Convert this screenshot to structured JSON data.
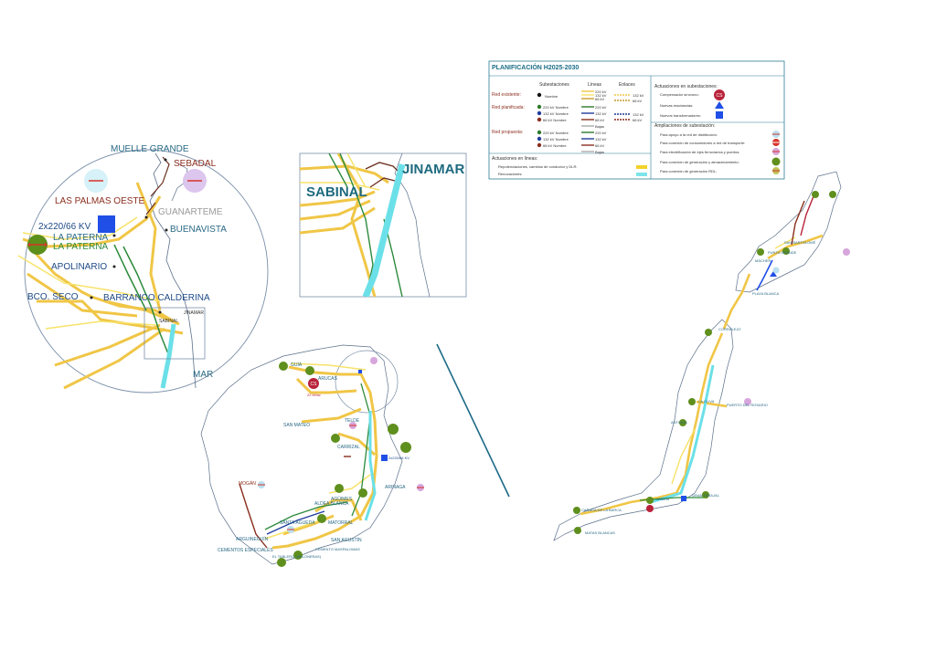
{
  "legend": {
    "title": "PLANIFICACIÓN H2025-2030",
    "col_substations": "Subestaciones",
    "col_lines": "Líneas",
    "col_links": "Enlaces",
    "rows": [
      {
        "label": "Red existente:",
        "sub_items": [
          "Nombre"
        ],
        "line_items": [
          "220 kV",
          "132 kV",
          "66 kV"
        ],
        "link_items": [
          "132 kV",
          "66 kV"
        ]
      },
      {
        "label": "Red planificada:",
        "sub_items": [
          "220 kV  Nombre",
          "132 kV  Nombre",
          "66 kV  Nombre"
        ],
        "line_items": [
          "220 kV",
          "132 kV",
          "66 kV",
          "Bajas"
        ],
        "link_items": [
          "132 kV",
          "66 kV"
        ]
      },
      {
        "label": "Red propuesta:",
        "sub_items": [
          "220 kV  Nombre",
          "132 kV  Nombre",
          "66 kV  Nombre"
        ],
        "line_items": [
          "220 kV",
          "132 kV",
          "66 kV",
          "Bajas"
        ],
        "link_items": []
      }
    ],
    "lines_section": {
      "title": "Actuaciones en líneas:",
      "items": [
        {
          "label": "Repotenciaciones, cambios de conductor y DLR:",
          "color": "#f2d22a"
        },
        {
          "label": "Renovaciones:",
          "color": "#7fe4ea"
        }
      ]
    },
    "substations_section": {
      "title": "Actuaciones en subestaciones:",
      "items": [
        {
          "label": "Compensador síncrono:",
          "icon": "cs-icon"
        },
        {
          "label": "Nuevas reactancias:",
          "icon": "triangle-icon"
        },
        {
          "label": "Nuevos transformadores:",
          "icon": "square-icon"
        }
      ]
    },
    "expansions_section": {
      "title": "Ampliaciones de subestación:",
      "items": [
        {
          "label": "Para apoyo a la red de distribución:",
          "color": "#b9dff0"
        },
        {
          "label": "Para conexión de consumidores a red de transporte:",
          "color": "#d8332a"
        },
        {
          "label": "Para electrificación de ejes ferroviarios y puertos:",
          "color": "#d7a6dc"
        },
        {
          "label": "Para conexión de generación y almacenamiento:",
          "color": "#5f8f1d"
        },
        {
          "label": "Para conexión de generación RDL:",
          "color": "#c1c15a"
        }
      ]
    }
  },
  "zoom_circle": {
    "labels": [
      "MUELLE GRANDE",
      "SEBADAL",
      "LAS PALMAS OESTE",
      "GUANARTEME",
      "2x220/66 KV",
      "BUENAVISTA",
      "LA PATERNA",
      "LA PATERNA",
      "APOLINARIO",
      "BCO. SECO",
      "BARRANCO CALDERINA",
      "SABINAL",
      "JINAMAR",
      "MAR"
    ]
  },
  "zoom_box": {
    "labels": [
      "SABINAL",
      "JINAMAR"
    ]
  },
  "gran_canaria": {
    "labels": [
      "GUÍA",
      "ARUCAS",
      "22 MVar",
      "SAN MATEO",
      "TELDE",
      "AGÜIMES",
      "ALDEA BLANCA",
      "MOGÁN",
      "SANTA ÁGUEDA",
      "MATORRAL",
      "ARINAGA",
      "CARRIZAL",
      "ARGUINEGUÍN",
      "CEMENTOS ESPECIALES",
      "EL TABLERO (MELONERAS)",
      "SAN AGUSTÍN",
      "CEMENTO MASPALOMAS",
      "2x220/66 KV"
    ]
  },
  "lanzarote_fuerteventura": {
    "labels": [
      "MÁCHER",
      "SAN BARTOLOMÉ",
      "PUNTA GRANDE",
      "PLAYA BLANCA",
      "CORRALEJO",
      "LA OLIVA",
      "PUERTO DEL ROSARIO",
      "ANTIGUA",
      "GRAN TARAJAL",
      "MATAS BLANCAS",
      "CAÑADA DE LA BARCA",
      "JANDÍA"
    ]
  }
}
